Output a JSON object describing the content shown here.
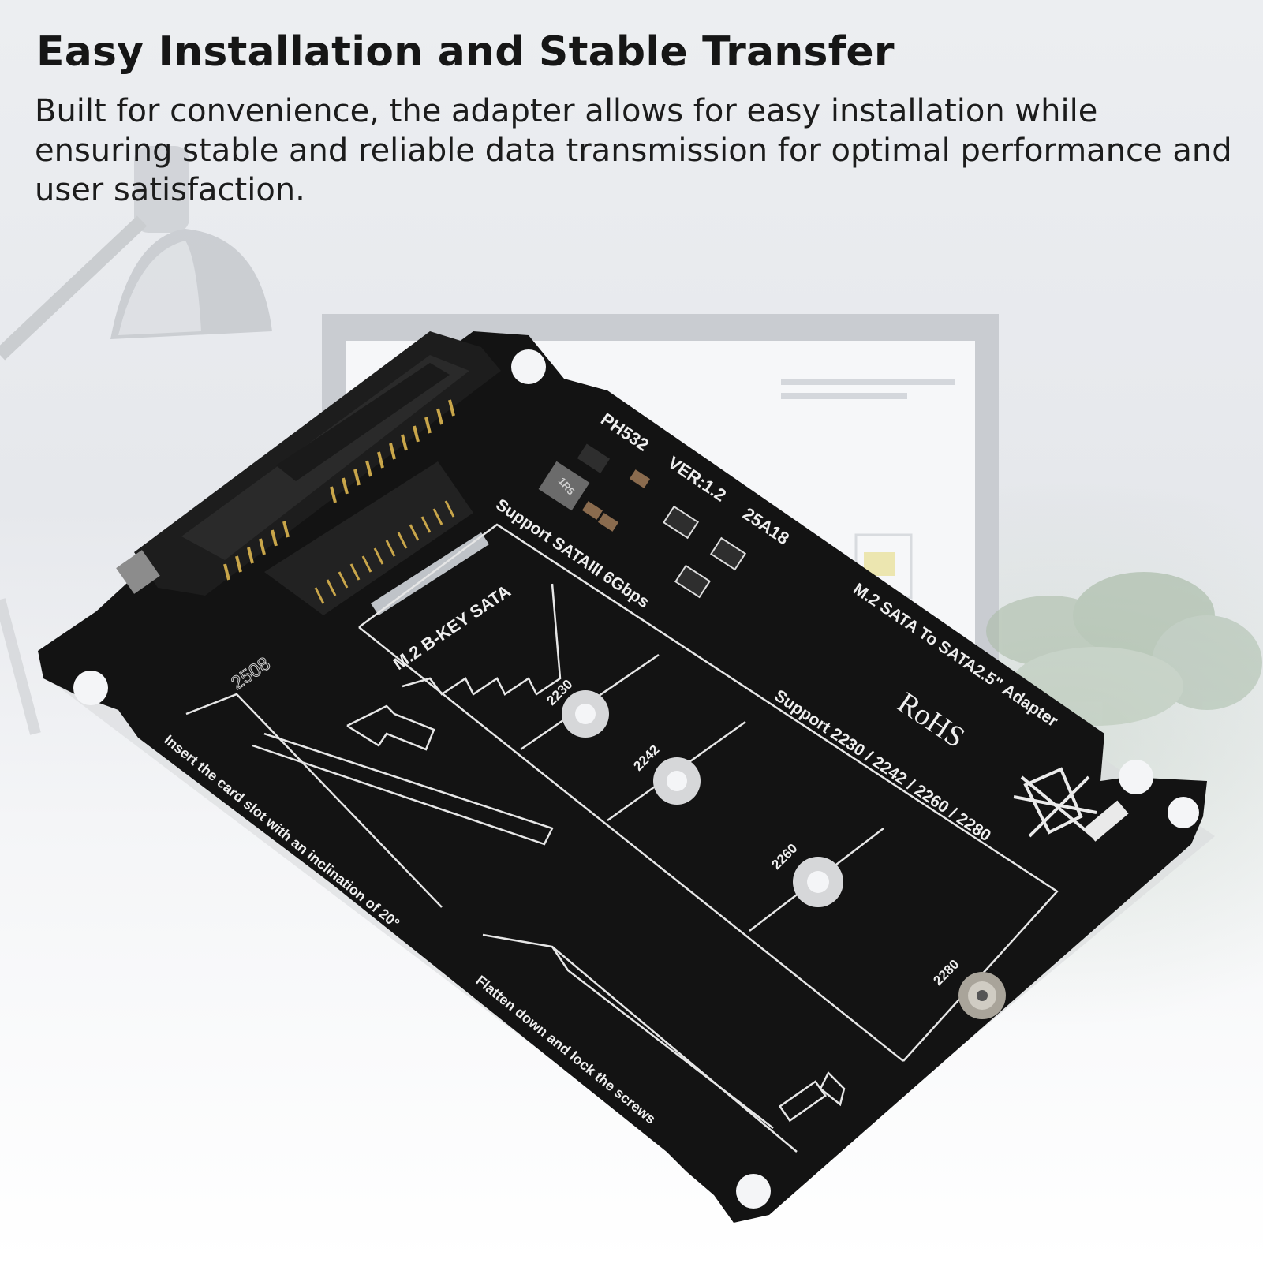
{
  "header": {
    "title": "Easy Installation and Stable Transfer",
    "description": "Built for convenience, the adapter allows for easy installation while ensuring stable and reliable data transmission for optimal performance and user satisfaction."
  },
  "board": {
    "model": "PH532",
    "version": "VER:1.2",
    "code": "25A18",
    "support_sata": "Support SATAIII 6Gbps",
    "slot_label": "M.2 B-KEY SATA",
    "product_name": "M.2 SATA To SATA2.5\" Adapter",
    "certification": "RoHS",
    "size_support": "Support 2230 / 2242 / 2260 / 2280",
    "mount_labels": [
      "2230",
      "2242",
      "2260",
      "2280"
    ],
    "instruction_insert": "Insert the card slot with an inclination of 20°",
    "instruction_lock": "Flatten down and lock the screws",
    "date_code": "2508",
    "chip_marking": "1R5"
  },
  "colors": {
    "pcb": "#111111",
    "silkscreen": "#eeeeee",
    "background": "#eceef1"
  },
  "icons": [
    "weee-bin-icon",
    "arrow-left-icon",
    "arrow-down-icon",
    "desk-lamp-icon",
    "monitor-icon",
    "plant-icon"
  ]
}
